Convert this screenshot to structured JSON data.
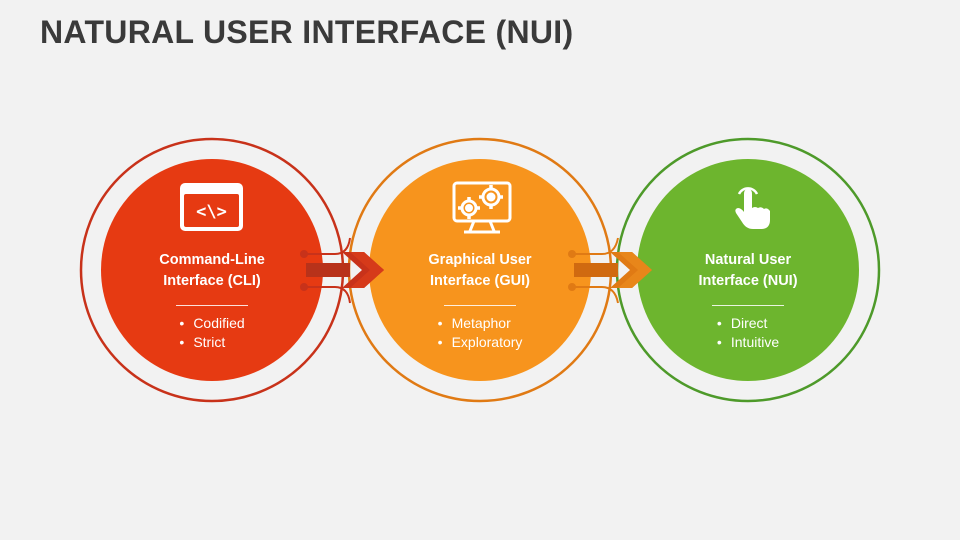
{
  "title": "NATURAL USER INTERFACE (NUI)",
  "colors": {
    "background": "#f2f2f2",
    "title": "#3a3a3a",
    "red": "#e63a12",
    "red_ring": "#c8321a",
    "orange": "#f7941d",
    "orange_ring": "#e07a14",
    "green": "#6db52e",
    "green_ring": "#4e9a2a"
  },
  "stages": [
    {
      "icon": "code-window-icon",
      "name": "Command-Line\nInterface (CLI)",
      "bullets": [
        "Codified",
        "Strict"
      ]
    },
    {
      "icon": "monitor-gears-icon",
      "name": "Graphical User\nInterface (GUI)",
      "bullets": [
        "Metaphor",
        "Exploratory"
      ]
    },
    {
      "icon": "touch-hand-icon",
      "name": "Natural User\nInterface (NUI)",
      "bullets": [
        "Direct",
        "Intuitive"
      ]
    }
  ]
}
